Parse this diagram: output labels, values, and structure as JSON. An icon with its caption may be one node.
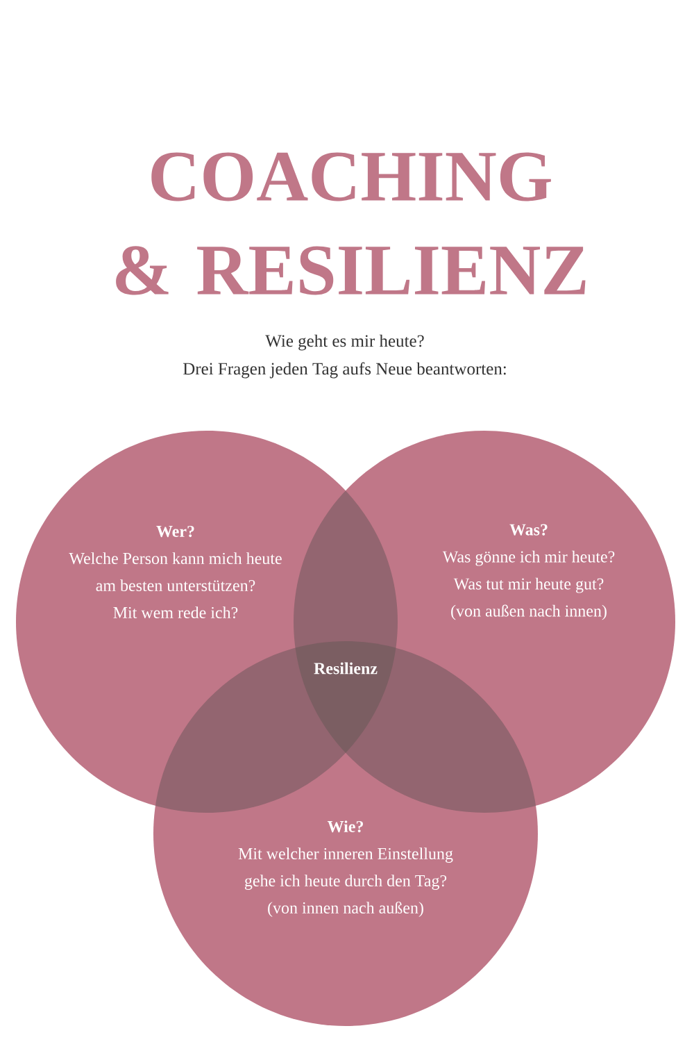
{
  "diagram": {
    "title": "COACHING & RESILIENZ",
    "nodes": [
      {
        "text": [
          "Wer?",
          "Welche Person kann mich heute am besten unterstützen?",
          "Mit wem rede ich?"
        ]
      },
      {
        "text": [
          "Was?",
          "Was gönne ich mir heute?",
          "Was tut mir heute gut?",
          "(von außen nach innen)"
        ]
      },
      {
        "text": [
          "Wie?",
          "Mit welcher inneren Einstellung gehe ich heute durch den Tag?",
          "(von innen nach außen)"
        ]
      }
    ],
    "labels": [
      "Wie geht es mir heute?",
      "Drei Fragen jeden Tag aufs Neue beantworten:",
      "Resilienz"
    ]
  }
}
